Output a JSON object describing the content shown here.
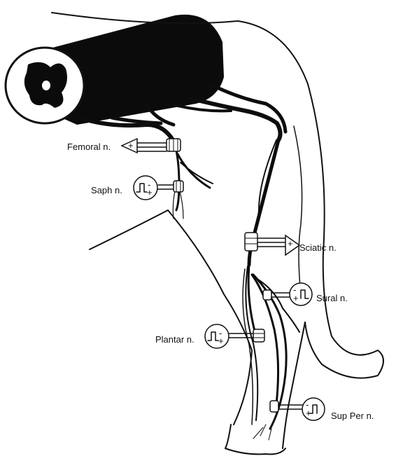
{
  "labels": {
    "femoral": "Femoral n.",
    "saph": "Saph n.",
    "sciatic": "Sciatic n.",
    "sural": "Sural n.",
    "plantar": "Plantar n.",
    "sup_per": "Sup Per n."
  },
  "icons": {
    "recording": "arrow-outline-icon",
    "stimulator": "square-pulse-stimulator-icon",
    "spinal_cord": "spinal-cord-cross-section-icon"
  },
  "colors": {
    "ink": "#111111",
    "paper": "#ffffff"
  }
}
